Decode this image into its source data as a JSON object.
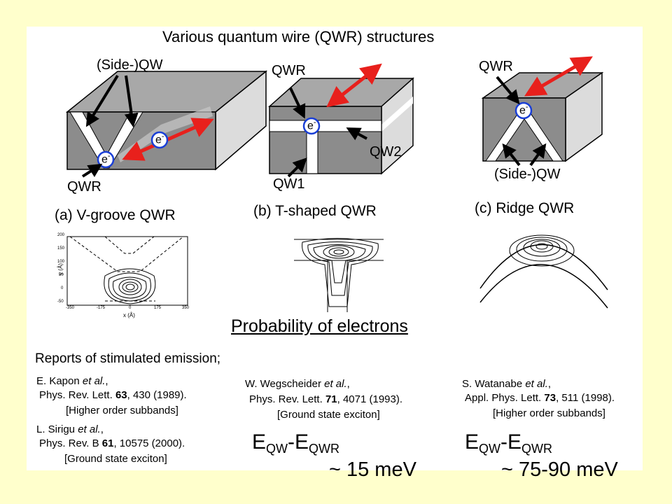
{
  "title": "Various quantum wire (QWR) structures",
  "v_groove": {
    "side_qw_label": "(Side-)QW",
    "electron_label": "e",
    "electron_sup": "-",
    "qwr_label": "QWR",
    "caption": "(a) V-groove QWR",
    "plot": {
      "ylabel": "y (Å)",
      "xlabel": "x (Å)",
      "y_ticks": [
        "200",
        "150",
        "100",
        "50",
        "0",
        "-50"
      ],
      "x_ticks": [
        "-350",
        "-175",
        "0",
        "175",
        "350"
      ]
    }
  },
  "t_shaped": {
    "qwr_label": "QWR",
    "electron_label": "e",
    "electron_sup": "-",
    "qw2_label": "QW2",
    "qw1_label": "QW1",
    "caption": "(b) T-shaped QWR"
  },
  "ridge": {
    "qwr_label": "QWR",
    "electron_label": "e",
    "electron_sup": "-",
    "side_qw_label": "(Side-)QW",
    "caption": "(c) Ridge QWR"
  },
  "probability_label": "Probability of electrons",
  "reports_heading": "Reports of stimulated emission;",
  "references": {
    "kapon": {
      "author": "E. Kapon ",
      "etal": "et al.",
      "comma": ",",
      "journal_pre": "Phys. Rev. Lett. ",
      "volume": "63",
      "journal_post": ", 430 (1989).",
      "note": "[Higher order subbands]"
    },
    "sirigu": {
      "author": "L. Sirigu ",
      "etal": "et al.",
      "comma": ",",
      "journal_pre": "Phys. Rev. B ",
      "volume": "61",
      "journal_post": ", 10575 (2000).",
      "note": "[Ground state exciton]"
    },
    "wegscheider": {
      "author": "W. Wegscheider ",
      "etal": "et al.",
      "comma": ",",
      "journal_pre": "Phys. Rev. Lett. ",
      "volume": "71",
      "journal_post": ", 4071 (1993).",
      "note": "[Ground state exciton]"
    },
    "watanabe": {
      "author": "S. Watanabe ",
      "etal": "et al.",
      "comma": ",",
      "journal_pre": "Appl. Phys. Lett. ",
      "volume": "73",
      "journal_post": ", 511 (1998).",
      "note": "[Higher order subbands]"
    }
  },
  "energy_left": {
    "e": "E",
    "qw": "QW",
    "dash": "-E",
    "qwr": "QWR",
    "value": "~ 15 meV"
  },
  "energy_right": {
    "e": "E",
    "qw": "QW",
    "dash": "-E",
    "qwr": "QWR",
    "value": "~ 75-90 meV"
  },
  "colors": {
    "background": "#ffffcc",
    "panel": "#ffffff",
    "arrow": "#e8201c",
    "electron_circle": "#1a3fd6",
    "block_front": "#8c8c8c",
    "block_side": "#dcdcdc",
    "block_top": "#a8a8a8"
  }
}
